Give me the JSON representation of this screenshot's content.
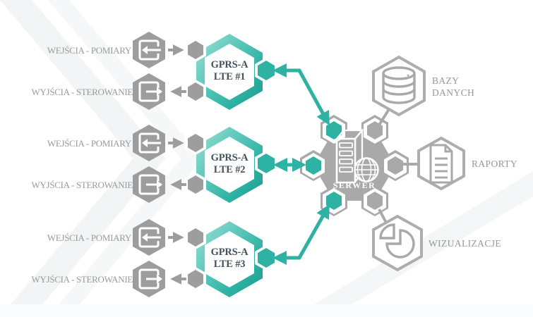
{
  "colors": {
    "teal": "#2eb2a4",
    "teal_light": "#9edfd6",
    "teal_dark": "#1a9c8e",
    "gray": "#9d9d9d",
    "gear_gray": "#a9a9a9",
    "label_gray": "#9a9a9a",
    "device_text": "#44525b"
  },
  "groups": [
    {
      "input_label": "WEJŚCIA - POMIARY",
      "output_label": "WYJŚCIA - STEROWANIE",
      "device_line1": "GPRS-A",
      "device_line2": "LTE #1"
    },
    {
      "input_label": "WEJŚCIA - POMIARY",
      "output_label": "WYJŚCIA - STEROWANIE",
      "device_line1": "GPRS-A",
      "device_line2": "LTE #2"
    },
    {
      "input_label": "WEJŚCIA - POMIARY",
      "output_label": "WYJŚCIA - STEROWANIE",
      "device_line1": "GPRS-A",
      "device_line2": "LTE #3"
    }
  ],
  "server": {
    "label": "SERWER",
    "icons": [
      "server-tower-icon",
      "globe-icon"
    ]
  },
  "outputs": [
    {
      "line1": "BAZY",
      "line2": "DANYCH",
      "icon": "database-icon"
    },
    {
      "line1": "RAPORTY",
      "line2": "",
      "icon": "document-icon"
    },
    {
      "line1": "WIZUALIZACJE",
      "line2": "",
      "icon": "pie-chart-icon"
    }
  ]
}
